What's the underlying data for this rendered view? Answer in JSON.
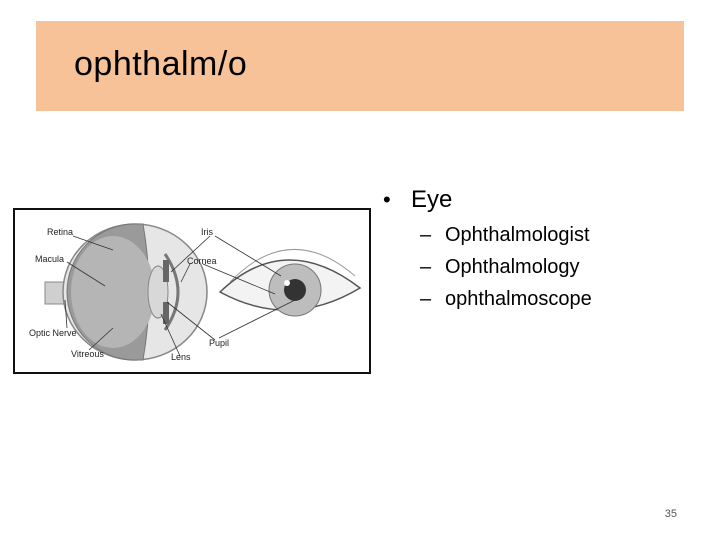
{
  "slide": {
    "title": "ophthalm/o",
    "page_number": "35"
  },
  "figure": {
    "labels": {
      "retina": "Retina",
      "macula": "Macula",
      "optic_nerve": "Optic Nerve",
      "vitreous": "Vitreous",
      "lens": "Lens",
      "iris": "Iris",
      "cornea": "Cornea",
      "pupil": "Pupil"
    }
  },
  "bullets": [
    {
      "text": "Eye",
      "bullet": "•",
      "sub": [
        {
          "dash": "–",
          "text": "Ophthalmologist"
        },
        {
          "dash": "–",
          "text": "Ophthalmology"
        },
        {
          "dash": "–",
          "text": "ophthalmoscope"
        }
      ]
    }
  ],
  "colors": {
    "title_bar": "#f7c297",
    "border": "#111111"
  }
}
